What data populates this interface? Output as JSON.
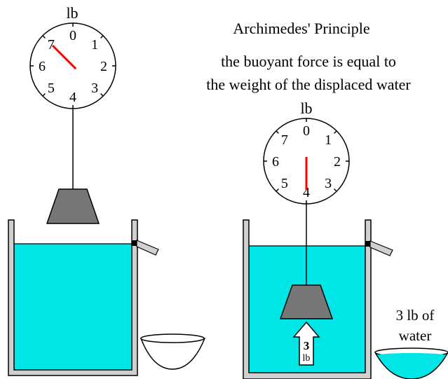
{
  "title": "Archimedes' Principle",
  "subtitle_line1": "the buoyant force is equal to",
  "subtitle_line2": "the weight of the displaced water",
  "left_scale": {
    "unit": "lb",
    "dial_numbers": [
      "0",
      "1",
      "2",
      "3",
      "4",
      "5",
      "6",
      "7"
    ],
    "reading": 7
  },
  "right_scale": {
    "unit": "lb",
    "dial_numbers": [
      "0",
      "1",
      "2",
      "3",
      "4",
      "5",
      "6",
      "7"
    ],
    "reading": 4
  },
  "buoyant_arrow": {
    "value": "3",
    "unit": "lb"
  },
  "displaced_label_line1": "3 lb of",
  "displaced_label_line2": "water",
  "colors": {
    "water": "#00e5e5",
    "weight": "#777777",
    "needle": "#ff0000",
    "outline": "#000000"
  }
}
